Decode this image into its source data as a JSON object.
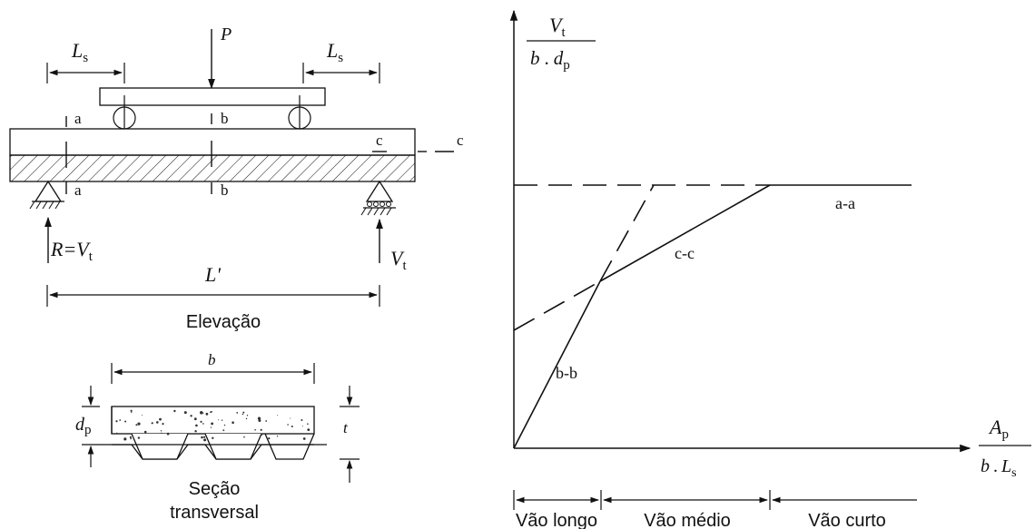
{
  "elevation": {
    "load": "P",
    "shear_span_left": "L",
    "shear_span_right": "L",
    "shear_span_sub": "s",
    "span": "L'",
    "reaction_left": "R=V",
    "reaction_right": "V",
    "reaction_sub": "t",
    "sections": {
      "a_top": "a",
      "a_bottom": "a",
      "b_top": "b",
      "b_bottom": "b",
      "c_left": "c",
      "c_right": "c"
    },
    "caption": "Elevação"
  },
  "cross_section": {
    "width": "b",
    "depth": "d",
    "depth_sub": "p",
    "thickness": "t",
    "caption_line1": "Seção",
    "caption_line2": "transversal"
  },
  "graph": {
    "y_label": {
      "num_var": "V",
      "num_sub": "t",
      "den_b": "b",
      "den_dot": ".",
      "den_var": "d",
      "den_sub": "p"
    },
    "x_label": {
      "num_var": "A",
      "num_sub": "p",
      "den_b": "b",
      "den_dot": ".",
      "den_var": "L",
      "den_sub": "s"
    },
    "curves": {
      "aa": "a-a",
      "bb": "b-b",
      "cc": "c-c"
    },
    "regions": [
      "Vão longo",
      "Vão médio",
      "Vão curto"
    ]
  }
}
